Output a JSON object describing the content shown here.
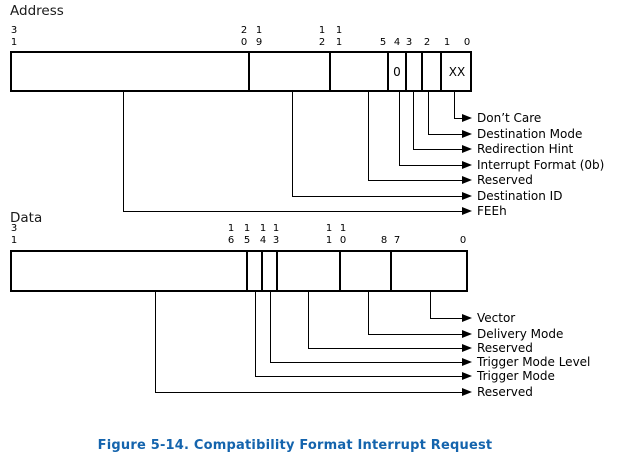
{
  "caption": {
    "text": "Figure 5-14.  Compatibility Format Interrupt Request",
    "color": "#1464ad"
  },
  "address": {
    "title": "Address",
    "bit_labels": [
      "3\n1",
      "2\n0",
      "1\n9",
      "1\n2",
      "1\n1",
      "5",
      "4",
      "3",
      "2",
      "1",
      "0"
    ],
    "cell_values": [
      "0",
      "XX"
    ],
    "fields": [
      "Don’t Care",
      "Destination Mode",
      "Redirection Hint",
      "Interrupt Format (0b)",
      "Reserved",
      "Destination ID",
      "FEEh"
    ]
  },
  "data_register": {
    "title": "Data",
    "bit_labels": [
      "3\n1",
      "1\n6",
      "1\n5",
      "1\n4",
      "1\n3",
      "1\n1",
      "1\n0",
      "8",
      "7",
      "0"
    ],
    "fields": [
      "Vector",
      "Delivery Mode",
      "Reserved",
      "Trigger Mode Level",
      "Trigger Mode",
      "Reserved"
    ]
  }
}
